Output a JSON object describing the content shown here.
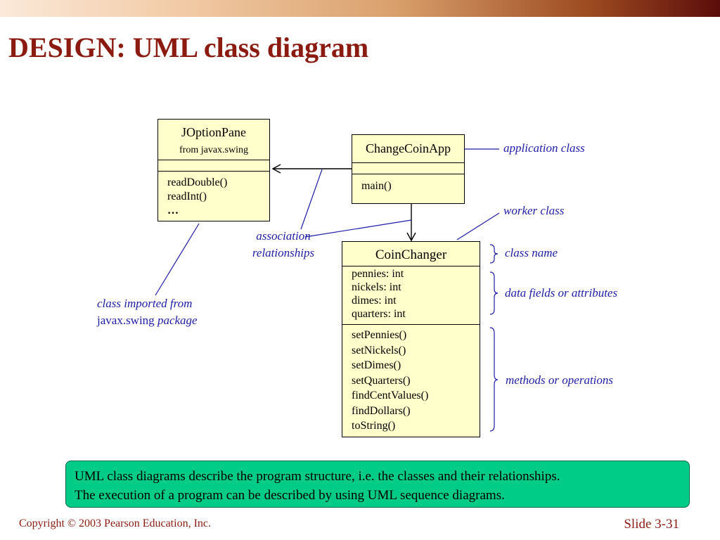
{
  "title": "DESIGN: UML class diagram",
  "classes": {
    "joptionpane": {
      "name": "JOptionPane",
      "package": "from javax.swing",
      "methods": [
        "readDouble()",
        "readInt()",
        "…"
      ]
    },
    "changecoinapp": {
      "name": "ChangeCoinApp",
      "methods": [
        "main()"
      ]
    },
    "coinchanger": {
      "name": "CoinChanger",
      "fields": [
        "pennies: int",
        "nickels: int",
        "dimes: int",
        "quarters: int"
      ],
      "methods": [
        "setPennies()",
        "setNickels()",
        "setDimes()",
        "setQuarters()",
        "findCentValues()",
        "findDollars()",
        "toString()"
      ]
    }
  },
  "annotations": {
    "application_class": "application class",
    "worker_class": "worker class",
    "class_name": "class name",
    "data_fields": "data fields or attributes",
    "methods": "methods or operations",
    "association_line1": "association",
    "association_line2": "relationships",
    "imported_line1": "class imported from",
    "imported_pkg": "javax.swing",
    "imported_word": "package"
  },
  "summary": {
    "line1": "UML class diagrams describe the program structure, i.e. the classes and their relationships.",
    "line2": "The execution of a program can be described by using UML sequence diagrams."
  },
  "footer": {
    "copyright": "Copyright © 2003 Pearson Education, Inc.",
    "slide": "Slide 3-31"
  },
  "colors": {
    "title": "#8b1a10",
    "annotation": "#1c1ca8",
    "class_fill": "#ffffcc",
    "summary_fill": "#00cc88"
  }
}
